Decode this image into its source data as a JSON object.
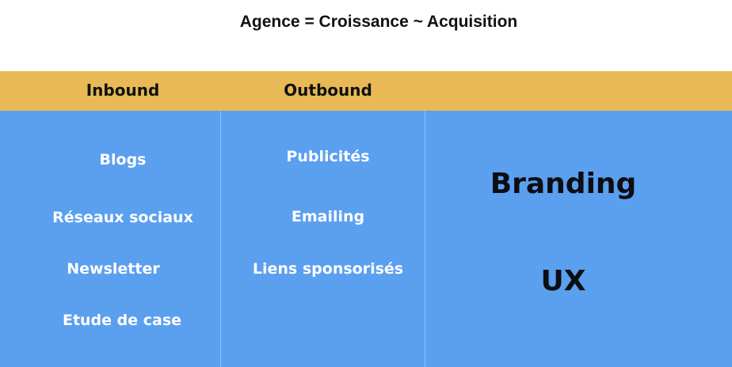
{
  "title": "Agence = Croissance ~ Acquisition",
  "columns": {
    "inbound": {
      "header": "Inbound",
      "items": [
        "Blogs",
        "Réseaux sociaux",
        "Newsletter",
        "Etude de case"
      ]
    },
    "outbound": {
      "header": "Outbound",
      "items": [
        "Publicités",
        "Emailing",
        "Liens sponsorisés"
      ]
    },
    "third": {
      "items": [
        "Branding",
        "UX"
      ]
    }
  },
  "colors": {
    "header_band": "#e8b954",
    "body_background": "#5b9fef",
    "item_text": "#ffffff",
    "dark_text": "#111111"
  }
}
